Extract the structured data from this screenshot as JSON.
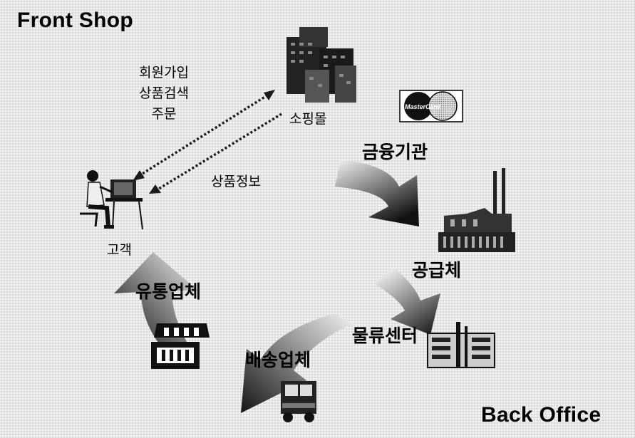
{
  "diagram": {
    "front_title": "Front Shop",
    "back_title": "Back Office",
    "customer_actions": [
      "회원가입",
      "상품검색",
      "주문"
    ],
    "product_info": "상품정보",
    "customer": "고객",
    "mall": "소핑몰",
    "card_label": "MasterCard",
    "stages": [
      "금융기관",
      "공급체",
      "물류센터",
      "배송업체",
      "유통업체"
    ],
    "colors": {
      "arrow_dark": "#111111",
      "arrow_light": "#f2f2f2",
      "dotted_line": "#1a1a1a"
    }
  }
}
